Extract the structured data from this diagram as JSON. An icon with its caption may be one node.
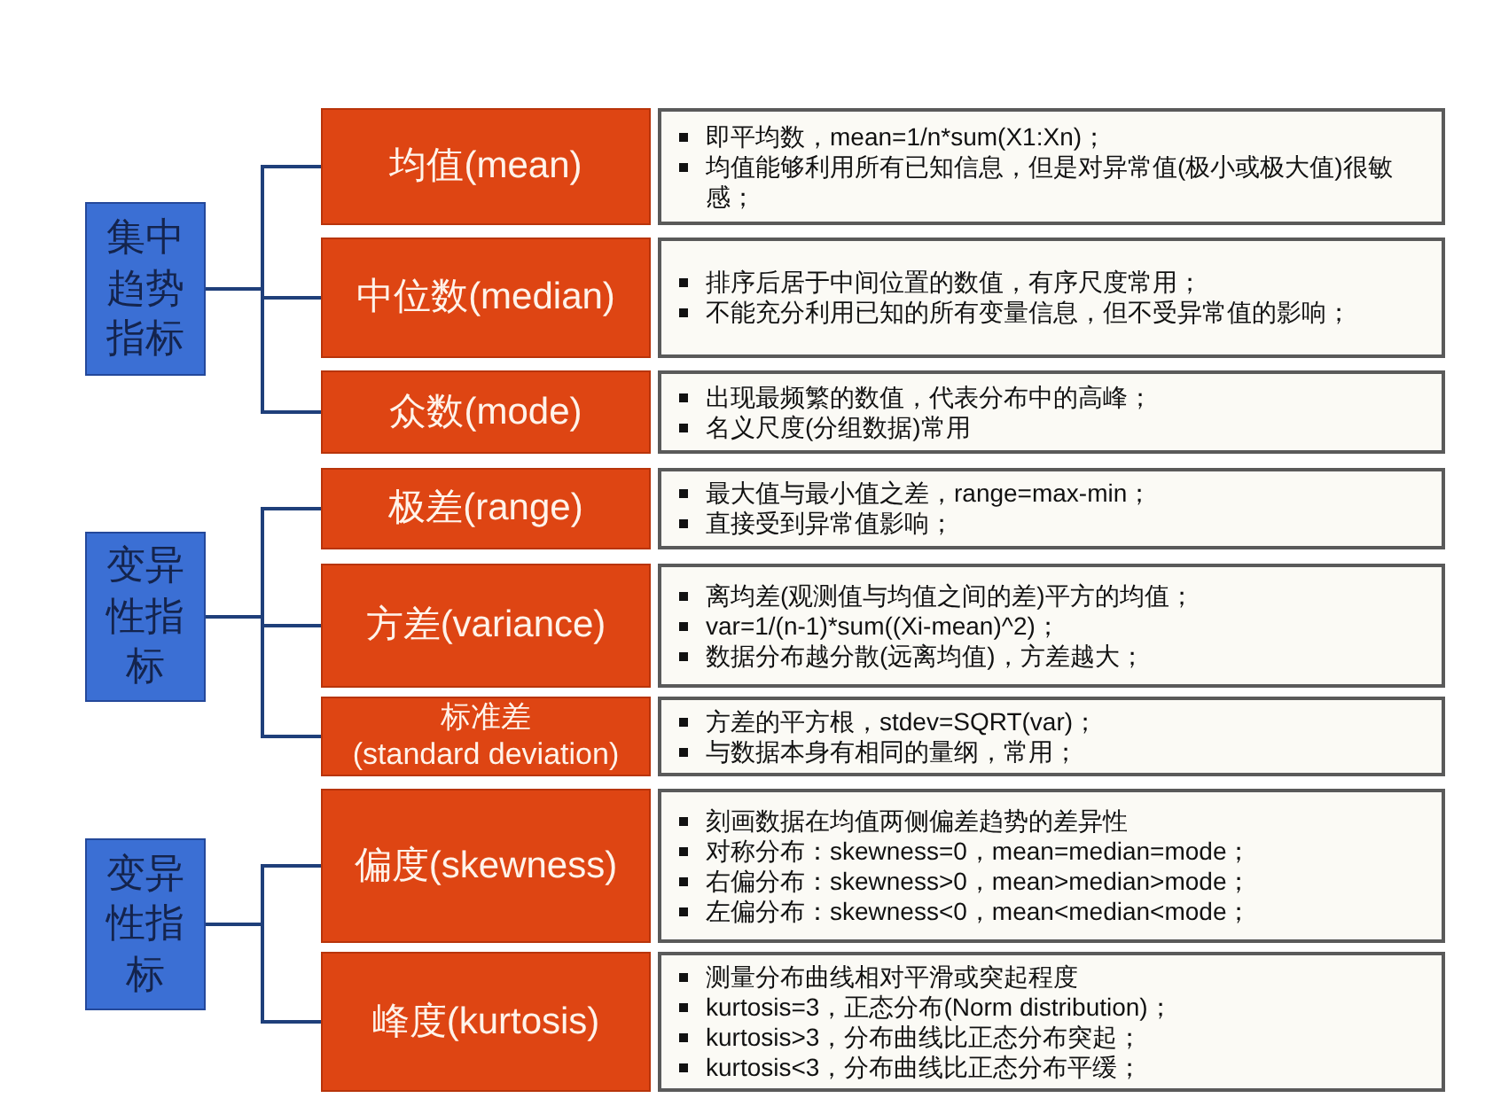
{
  "diagram": {
    "nodes": [
      {
        "text": [
          "集中趋势指标"
        ]
      },
      {
        "text": [
          "均值(mean)"
        ]
      },
      {
        "text": [
          "即平均数，mean=1/n*sum(X1:Xn)；",
          "均值能够利用所有已知信息，但是对异常值(极小或极大值)很敏感；"
        ]
      },
      {
        "text": [
          "中位数(median)"
        ]
      },
      {
        "text": [
          "排序后居于中间位置的数值，有序尺度常用；",
          "不能充分利用已知的所有变量信息，但不受异常值的影响；"
        ]
      },
      {
        "text": [
          "众数(mode)"
        ]
      },
      {
        "text": [
          "出现最频繁的数值，代表分布中的高峰；",
          "名义尺度(分组数据)常用"
        ]
      },
      {
        "text": [
          "变异性指标"
        ]
      },
      {
        "text": [
          "极差(range)"
        ]
      },
      {
        "text": [
          "最大值与最小值之差，range=max-min；",
          "直接受到异常值影响；"
        ]
      },
      {
        "text": [
          "方差(variance)"
        ]
      },
      {
        "text": [
          "离均差(观测值与均值之间的差)平方的均值；",
          "var=1/(n-1)*sum((Xi-mean)^2)；",
          "数据分布越分散(远离均值)，方差越大；"
        ]
      },
      {
        "text": [
          "标准差",
          "(standard deviation)"
        ]
      },
      {
        "text": [
          "方差的平方根，stdev=SQRT(var)；",
          "与数据本身有相同的量纲，常用；"
        ]
      },
      {
        "text": [
          "变异性指标"
        ]
      },
      {
        "text": [
          "偏度(skewness)"
        ]
      },
      {
        "text": [
          "刻画数据在均值两侧偏差趋势的差异性",
          "对称分布：skewness=0，mean=median=mode；",
          "右偏分布：skewness>0，mean>median>mode；",
          "左偏分布：skewness<0，mean<median<mode；"
        ]
      },
      {
        "text": [
          "峰度(kurtosis)"
        ]
      },
      {
        "text": [
          "测量分布曲线相对平滑或突起程度",
          "kurtosis=3，正态分布(Norm distribution)；",
          "kurtosis>3，分布曲线比正态分布突起；",
          "kurtosis<3，分布曲线比正态分布平缓；"
        ]
      }
    ],
    "edges": [
      {
        "from": 0,
        "to": 1,
        "arrow": "none"
      },
      {
        "from": 0,
        "to": 3,
        "arrow": "none"
      },
      {
        "from": 0,
        "to": 5,
        "arrow": "none"
      },
      {
        "from": 7,
        "to": 8,
        "arrow": "none"
      },
      {
        "from": 7,
        "to": 10,
        "arrow": "none"
      },
      {
        "from": 7,
        "to": 12,
        "arrow": "none"
      },
      {
        "from": 14,
        "to": 15,
        "arrow": "none"
      },
      {
        "from": 14,
        "to": 17,
        "arrow": "none"
      }
    ]
  }
}
